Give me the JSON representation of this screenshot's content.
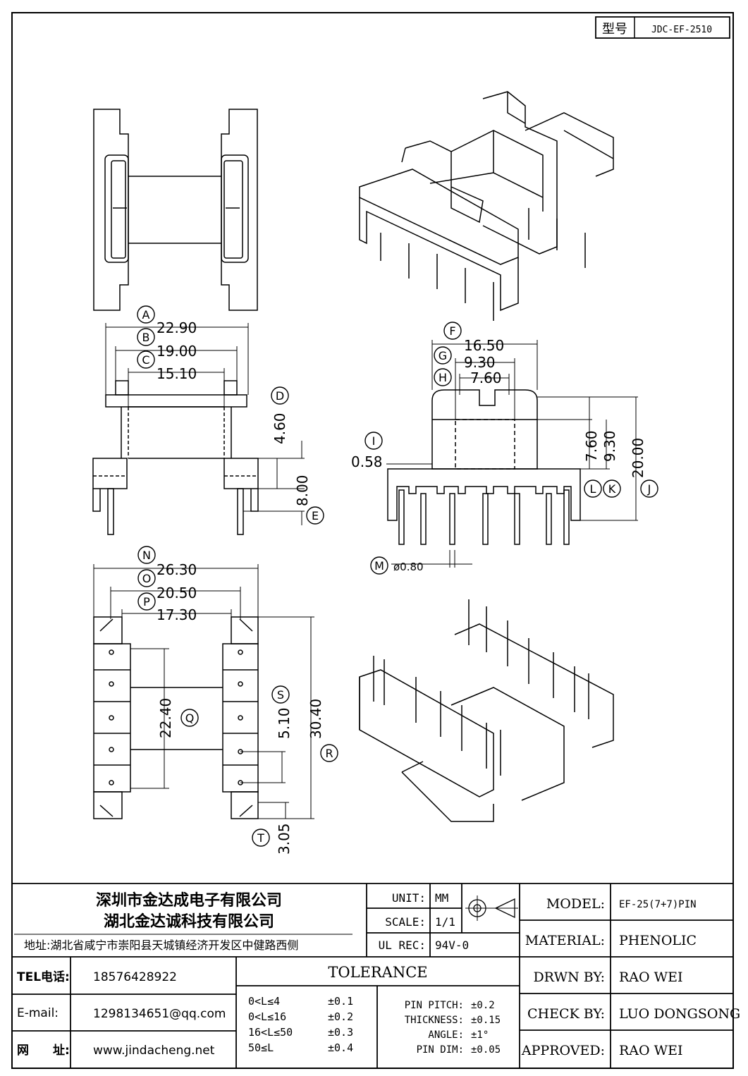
{
  "model_box": {
    "label": "型号",
    "value": "JDC-EF-2510"
  },
  "dimensions": {
    "A": "22.90",
    "B": "19.00",
    "C": "15.10",
    "D": "4.60",
    "E": "8.00",
    "F": "16.50",
    "G": "9.30",
    "H": "7.60",
    "I": "0.58",
    "J": "20.00",
    "K": "9.30",
    "L": "7.60",
    "M": "ø0.80",
    "N": "26.30",
    "O": "20.50",
    "P": "17.30",
    "Q": "22.40",
    "R": "30.40",
    "S": "5.10",
    "T": "3.05"
  },
  "letters": {
    "A": "A",
    "B": "B",
    "C": "C",
    "D": "D",
    "E": "E",
    "F": "F",
    "G": "G",
    "H": "H",
    "I": "I",
    "J": "J",
    "K": "K",
    "L": "L",
    "M": "M",
    "N": "N",
    "O": "O",
    "P": "P",
    "Q": "Q",
    "R": "R",
    "S": "S",
    "T": "T"
  },
  "company": {
    "name1": "深圳市金达成电子有限公司",
    "name2": "湖北金达诚科技有限公司",
    "address": "地址:湖北省咸宁市崇阳县天城镇经济开发区中健路西侧"
  },
  "spec": {
    "unit_label": "UNIT:",
    "unit_value": "MM",
    "scale_label": "SCALE:",
    "scale_value": "1/1",
    "ulrec_label": "UL REC:",
    "ulrec_value": "94V-0"
  },
  "info": {
    "model_label": "MODEL:",
    "model_value": "EF-25(7+7)PIN",
    "material_label": "MATERIAL:",
    "material_value": "PHENOLIC",
    "drawn_label": "DRWN BY:",
    "drawn_value": "RAO WEI",
    "check_label": "CHECK BY:",
    "check_value": "LUO DONGSONG",
    "approved_label": "APPROVED:",
    "approved_value": "RAO WEI"
  },
  "contact": {
    "tel_label": "TEL电话:",
    "tel_value": "18576428922",
    "email_label": "E-mail:",
    "email_value": "1298134651@qq.com",
    "web_label": "网　　址:",
    "web_value": "www.jindacheng.net"
  },
  "tolerance": {
    "title": "TOLERANCE",
    "rows": [
      {
        "range": "0<L≤4",
        "tol": "±0.1"
      },
      {
        "range": "0<L≤16",
        "tol": "±0.2"
      },
      {
        "range": "16<L≤50",
        "tol": "±0.3"
      },
      {
        "range": "50≤L",
        "tol": "±0.4"
      }
    ],
    "pin": [
      {
        "label": "PIN PITCH:",
        "tol": "±0.2"
      },
      {
        "label": "THICKNESS:",
        "tol": "±0.15"
      },
      {
        "label": "ANGLE:",
        "tol": "±1°"
      },
      {
        "label": "PIN DIM:",
        "tol": "±0.05"
      }
    ]
  }
}
